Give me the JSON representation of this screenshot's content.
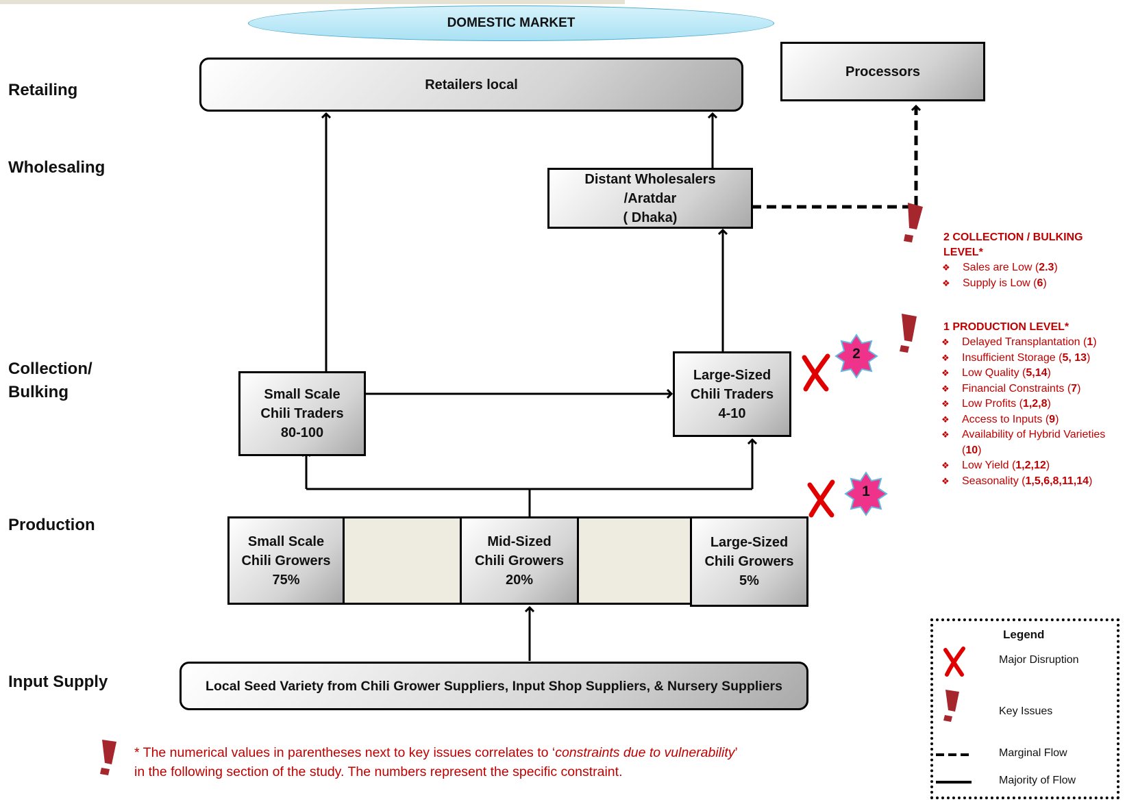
{
  "market": {
    "label": "DOMESTIC MARKET"
  },
  "stages": {
    "retailing": "Retailing",
    "wholesaling": "Wholesaling",
    "collection": "Collection/\nBulking",
    "production": "Production",
    "input_supply": "Input Supply"
  },
  "boxes": {
    "retailers": "Retailers local",
    "processors": "Processors",
    "wholesalers": "Distant Wholesalers\n/Aratdar\n( Dhaka)",
    "small_traders": "Small Scale\nChili Traders\n80-100",
    "large_traders": "Large-Sized\nChili Traders\n4-10",
    "small_growers": "Small Scale\nChili Growers\n75%",
    "mid_growers": "Mid-Sized\nChili Growers\n20%",
    "large_growers": "Large-Sized\nChili Growers\n5%",
    "input_supply": "Local Seed Variety from Chili Grower Suppliers, Input Shop Suppliers, & Nursery Suppliers"
  },
  "badges": {
    "collection": "2",
    "production": "1"
  },
  "issues": {
    "collection": {
      "title": "2 COLLECTION / BULKING LEVEL*",
      "items": [
        {
          "text": "Sales are Low (",
          "ref": "2.3",
          "end": ")"
        },
        {
          "text": "Supply is Low (",
          "ref": "6",
          "end": ")"
        }
      ]
    },
    "production": {
      "title": "1 PRODUCTION LEVEL*",
      "items": [
        {
          "text": "Delayed Transplantation (",
          "ref": "1",
          "end": ")"
        },
        {
          "text": "Insufficient Storage (",
          "ref": "5, 13",
          "end": ")"
        },
        {
          "text": "Low Quality (",
          "ref": "5,14",
          "end": ")"
        },
        {
          "text": "Financial Constraints (",
          "ref": "7",
          "end": ")"
        },
        {
          "text": "Low Profits (",
          "ref": "1,2,8",
          "end": ")"
        },
        {
          "text": "Access to Inputs  (",
          "ref": "9",
          "end": ")"
        },
        {
          "text": "Availability of Hybrid Varieties  (",
          "ref": "10",
          "end": ")"
        },
        {
          "text": "Low Yield (",
          "ref": "1,2,12",
          "end": ")"
        },
        {
          "text": "Seasonality (",
          "ref": "1,5,6,8,11,14",
          "end": ")"
        }
      ]
    }
  },
  "legend": {
    "title": "Legend",
    "major_disruption": "Major Disruption",
    "key_issues": "Key Issues",
    "marginal_flow": "Marginal Flow",
    "majority_flow": "Majority of Flow"
  },
  "footnote": {
    "part1": "* The numerical values in parentheses next to key issues  correlates to ‘",
    "italic": "constraints due to vulnerability",
    "part2": "’",
    "line2": "in the following section of the study. The numbers represent the specific constraint."
  },
  "colors": {
    "disruption": "#e00000",
    "issue": "#c00000",
    "badge": "#f0338a",
    "market": "#a9e1f4"
  }
}
